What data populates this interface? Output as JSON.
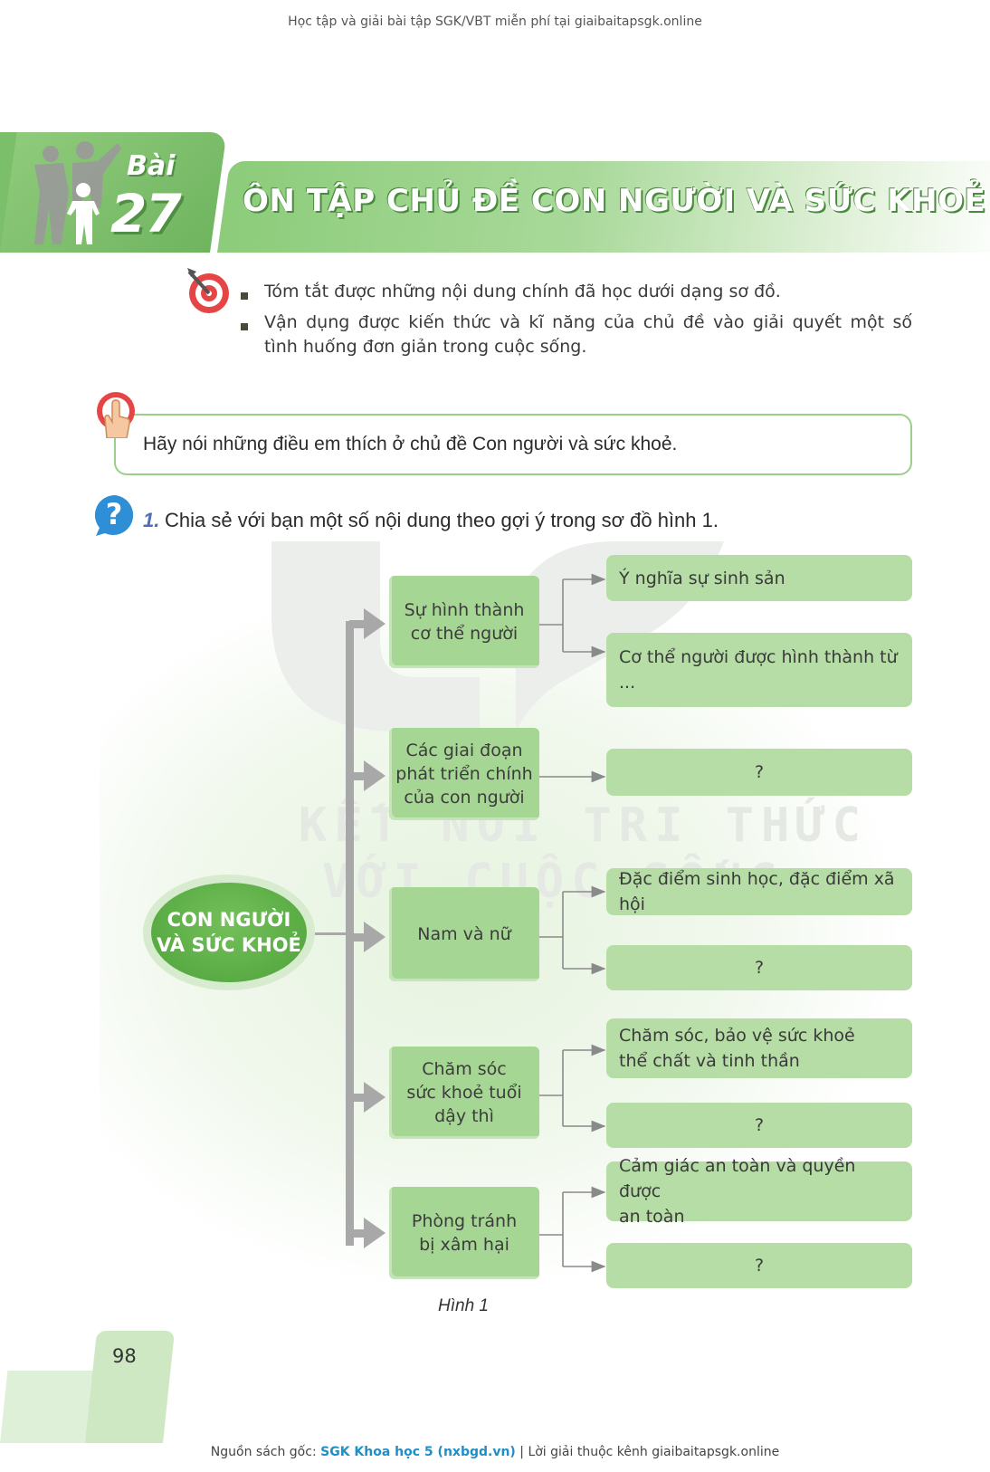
{
  "header_note": "Học tập và giải bài tập SGK/VBT miễn phí tại giaibaitapsgk.online",
  "lesson": {
    "bai_label": "Bài",
    "number": "27",
    "title": "ÔN TẬP CHỦ ĐỀ CON NGƯỜI VÀ SỨC KHOẺ"
  },
  "objectives": [
    "Tóm tắt được những nội dung chính đã học dưới dạng sơ đồ.",
    "Vận dụng được kiến thức và kĩ năng của chủ đề vào giải quyết một số",
    "tình huống đơn giản trong cuộc sống."
  ],
  "speak": {
    "text": "Hãy nói những điều em thích ở chủ đề Con người và sức khoẻ."
  },
  "question": {
    "number": "1.",
    "text": "Chia sẻ với bạn một số nội dung theo gợi ý trong sơ đồ hình 1."
  },
  "watermark": {
    "line1": "KẾT NỐI TRI THỨC",
    "line2": "VỚI CUỘC SỐNG"
  },
  "diagram": {
    "root": {
      "line1": "CON NGƯỜI",
      "line2": "VÀ SỨC KHOẺ"
    },
    "branches": [
      {
        "label": [
          "Sự hình thành",
          "cơ thể người"
        ],
        "leaves": [
          "Ý nghĩa sự sinh sản",
          "Cơ thể người được hình thành từ ..."
        ]
      },
      {
        "label": [
          "Các giai đoạn",
          "phát triển chính",
          "của con người"
        ],
        "leaves": [
          "?"
        ]
      },
      {
        "label": [
          "Nam và nữ"
        ],
        "leaves": [
          "Đặc điểm sinh học, đặc điểm xã hội",
          "?"
        ]
      },
      {
        "label": [
          "Chăm sóc",
          "sức khoẻ tuổi",
          "dậy thì"
        ],
        "leaves": [
          [
            "Chăm sóc, bảo vệ sức khoẻ",
            "thể chất và tinh thần"
          ],
          "?"
        ]
      },
      {
        "label": [
          "Phòng tránh",
          "bị xâm hại"
        ],
        "leaves": [
          [
            "Cảm giác an toàn và quyền được",
            "an toàn"
          ],
          "?"
        ]
      }
    ],
    "caption": "Hình 1"
  },
  "page_number": "98",
  "footer": {
    "prefix": "Nguồn sách gốc: ",
    "source": "SGK Khoa học 5 (nxbgd.vn)",
    "suffix": " | Lời giải thuộc kênh giaibaitapsgk.online"
  },
  "colors": {
    "green_accent": "#7cbf6b",
    "box_mid": "#a6d694",
    "box_leaf": "#b5dda5",
    "arrow_gray": "#9a9a9a"
  },
  "icons": [
    "target-icon",
    "hand-touch-icon",
    "question-bubble-icon",
    "arrow-right-icon"
  ]
}
